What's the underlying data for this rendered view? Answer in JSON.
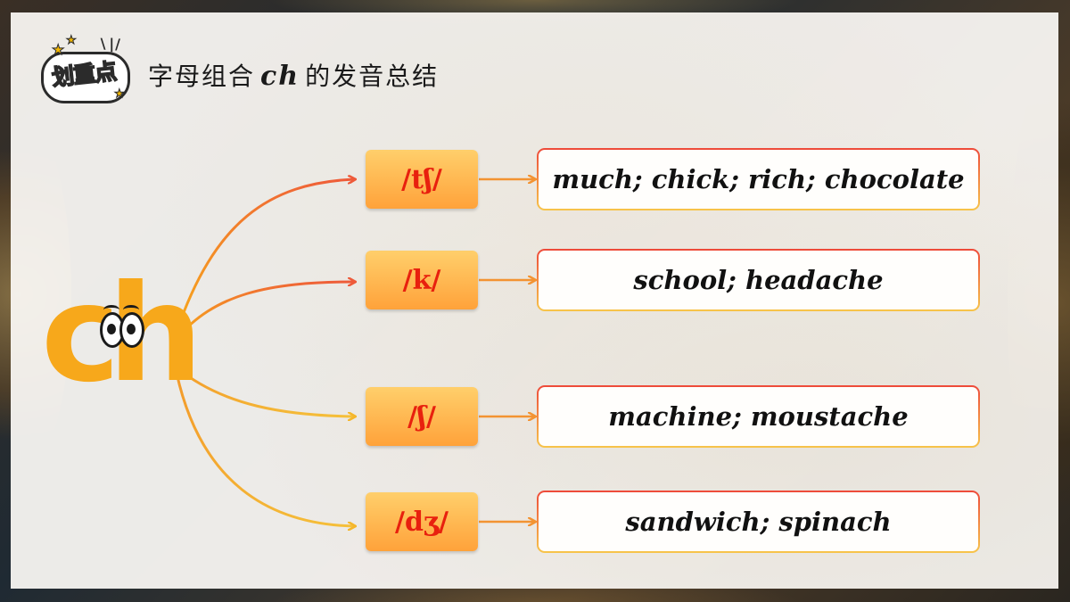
{
  "badge": {
    "text": "划重点",
    "stars": "★"
  },
  "title": {
    "prefix": "字母组合",
    "letters": "ch",
    "suffix": "的发音总结"
  },
  "big_letters": "ch",
  "rows": [
    {
      "phoneme": "/tʃ/",
      "words": "much; chick; rich; chocolate"
    },
    {
      "phoneme": "/k/",
      "words": "school; headache"
    },
    {
      "phoneme": "/ʃ/",
      "words": "machine; moustache"
    },
    {
      "phoneme": "/dʒ/",
      "words": "sandwich; spinach"
    }
  ],
  "colors": {
    "accent_orange": "#f7a81b",
    "phoneme_text": "#e8200e",
    "arrow_red": "#ee5a3a",
    "arrow_yellow": "#f5b62a"
  }
}
